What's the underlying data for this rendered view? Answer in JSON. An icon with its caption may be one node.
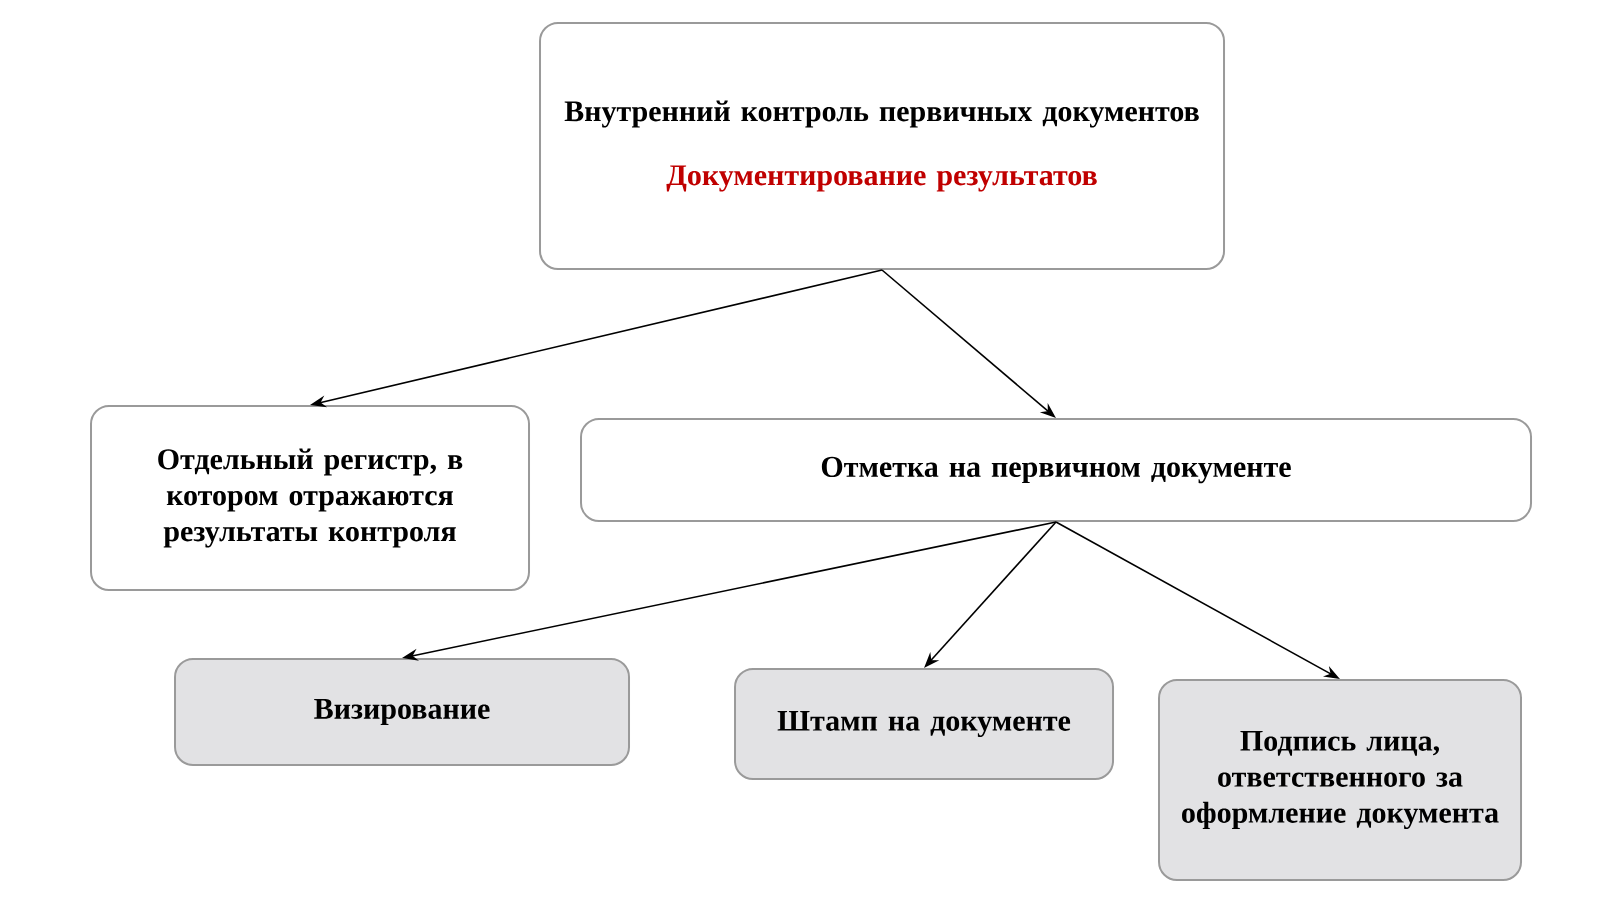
{
  "diagram": {
    "nodes": [
      {
        "text": [
          "Внутренний контроль первичных документов",
          "Документирование результатов"
        ]
      },
      {
        "text": [
          "Отдельный регистр, в котором отражаются результаты контроля"
        ]
      },
      {
        "text": [
          "Отметка на первичном документе"
        ]
      },
      {
        "text": [
          "Визирование"
        ]
      },
      {
        "text": [
          "Штамп на документе"
        ]
      },
      {
        "text": [
          "Подпись лица, ответственного за оформление документа"
        ]
      }
    ],
    "edges": [
      {
        "from": 0,
        "to": 1,
        "arrow": "to"
      },
      {
        "from": 0,
        "to": 2,
        "arrow": "to"
      },
      {
        "from": 2,
        "to": 3,
        "arrow": "to"
      },
      {
        "from": 2,
        "to": 4,
        "arrow": "to"
      },
      {
        "from": 2,
        "to": 5,
        "arrow": "to"
      }
    ]
  }
}
